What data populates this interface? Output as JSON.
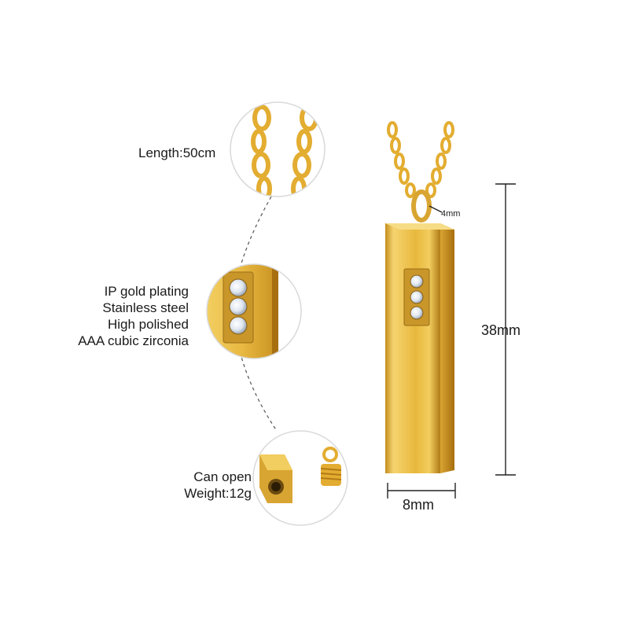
{
  "specs": {
    "length": "Length:50cm",
    "material_lines": [
      "IP gold plating",
      "Stainless steel",
      "High polished",
      "AAA cubic zirconia"
    ],
    "open_lines": [
      "Can open",
      "Weight:12g"
    ]
  },
  "dimensions": {
    "height": "38mm",
    "width": "8mm",
    "bail": "4mm"
  },
  "colors": {
    "gold": "#e6b43a",
    "gold_dark": "#b8831a",
    "gold_light": "#f7d978",
    "outline": "#d9d9d9"
  }
}
